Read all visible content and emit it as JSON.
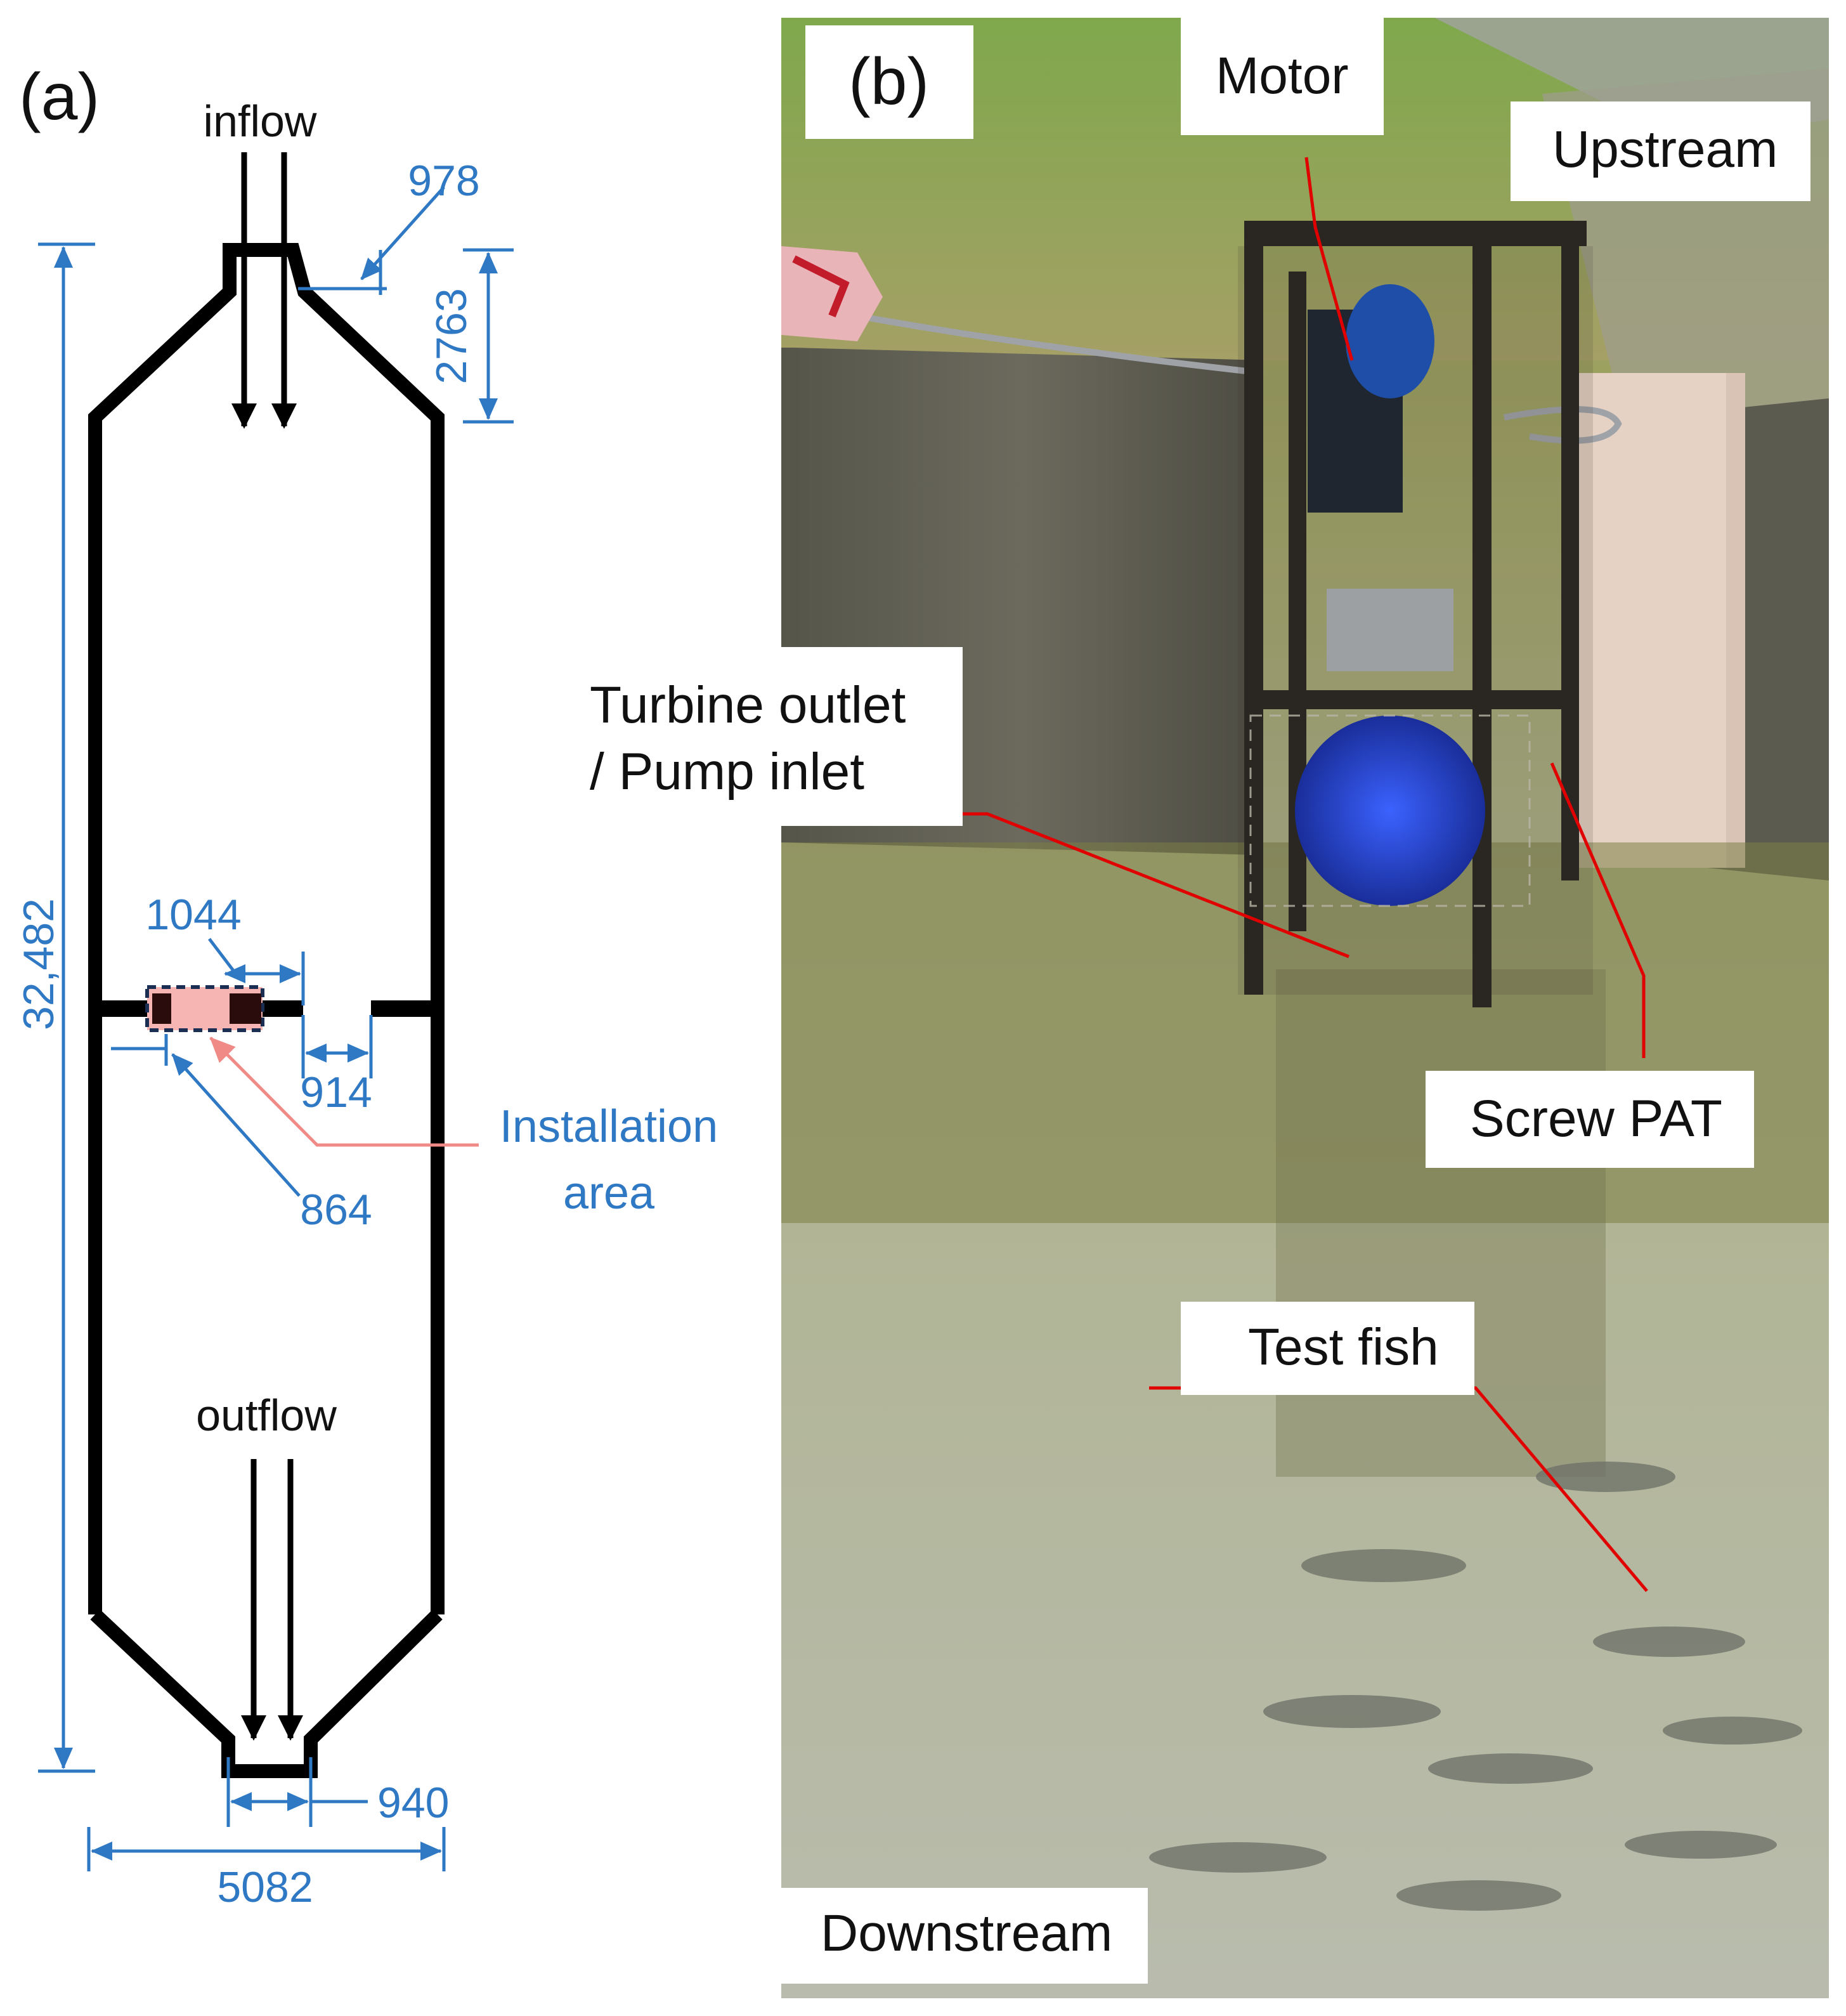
{
  "panel_a": {
    "letter": "(a)",
    "flow_in": "inflow",
    "flow_out": "outflow",
    "dims": {
      "total_length": "32,482",
      "inlet_width": "978",
      "inlet_taper_length": "2763",
      "gap_left": "1044",
      "gap_right": "914",
      "gap_offset": "864",
      "outlet_width": "940",
      "total_width": "5082"
    },
    "installation_line1": "Installation",
    "installation_line2": "area",
    "colors": {
      "dimension": "#2f78c4",
      "walls": "#000000",
      "installation": "#f6b5b3",
      "leader": "#f08a86"
    }
  },
  "panel_b": {
    "letter": "(b)",
    "labels": {
      "motor": "Motor",
      "upstream": "Upstream",
      "turbine_line1": "Turbine outlet",
      "turbine_line2": "/ Pump inlet",
      "screw_pat": "Screw PAT",
      "test_fish": "Test fish",
      "downstream": "Downstream"
    },
    "colors": {
      "leader": "#e00000",
      "pump": "#2140c8",
      "frame": "#2a2622"
    }
  }
}
